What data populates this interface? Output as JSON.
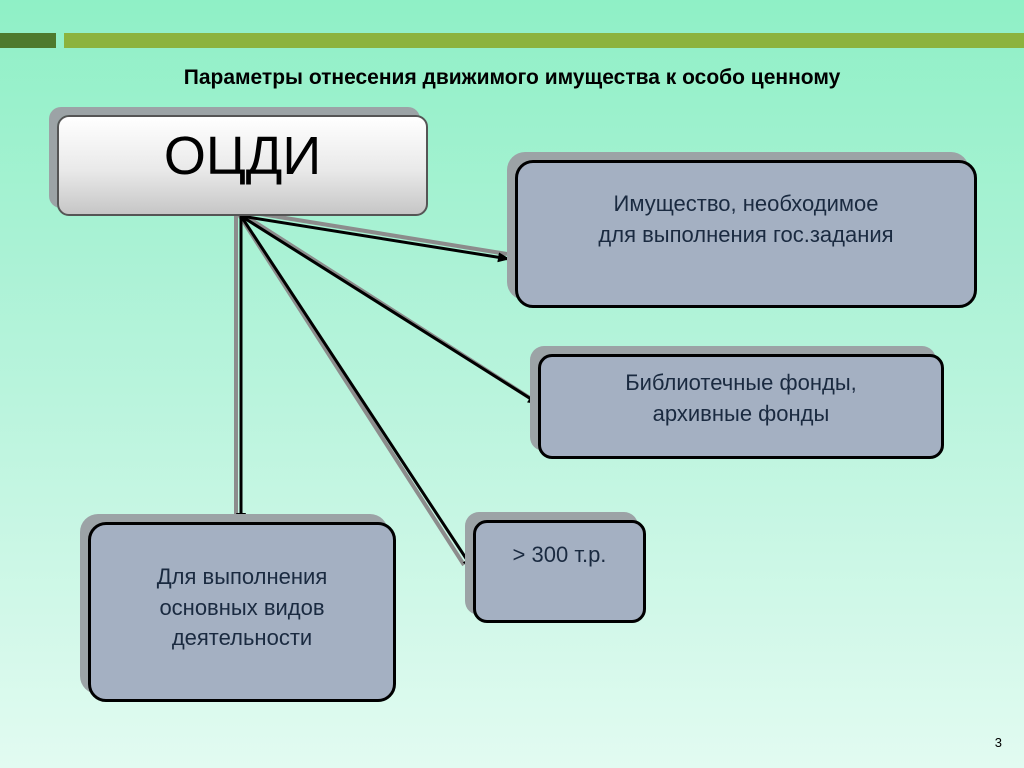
{
  "slide": {
    "title": "Параметры отнесения движимого имущества к особо ценному",
    "page_number": "3",
    "colors": {
      "background_top": "#8ff0c6",
      "background_bottom": "#e2fbf1",
      "bar_dark": "#4e7a2e",
      "bar_light": "#8cb33e",
      "box_fill": "#a4b0c2",
      "box_text": "#1a2a40"
    }
  },
  "diagram": {
    "root": "ОЦДИ",
    "nodes": [
      {
        "id": "gos-zadanie",
        "label": "Имущество, необходимое\nдля выполнения гос.задания"
      },
      {
        "id": "fondy",
        "label": "Библиотечные фонды,\nархивные фонды"
      },
      {
        "id": "stoimost",
        "label": "> 300 т.р."
      },
      {
        "id": "osnovnye-vidy",
        "label": "Для выполнения\nосновных видов\nдеятельности"
      }
    ],
    "edges": [
      {
        "from": "root",
        "to": "gos-zadanie"
      },
      {
        "from": "root",
        "to": "fondy"
      },
      {
        "from": "root",
        "to": "stoimost"
      },
      {
        "from": "root",
        "to": "osnovnye-vidy"
      }
    ]
  }
}
